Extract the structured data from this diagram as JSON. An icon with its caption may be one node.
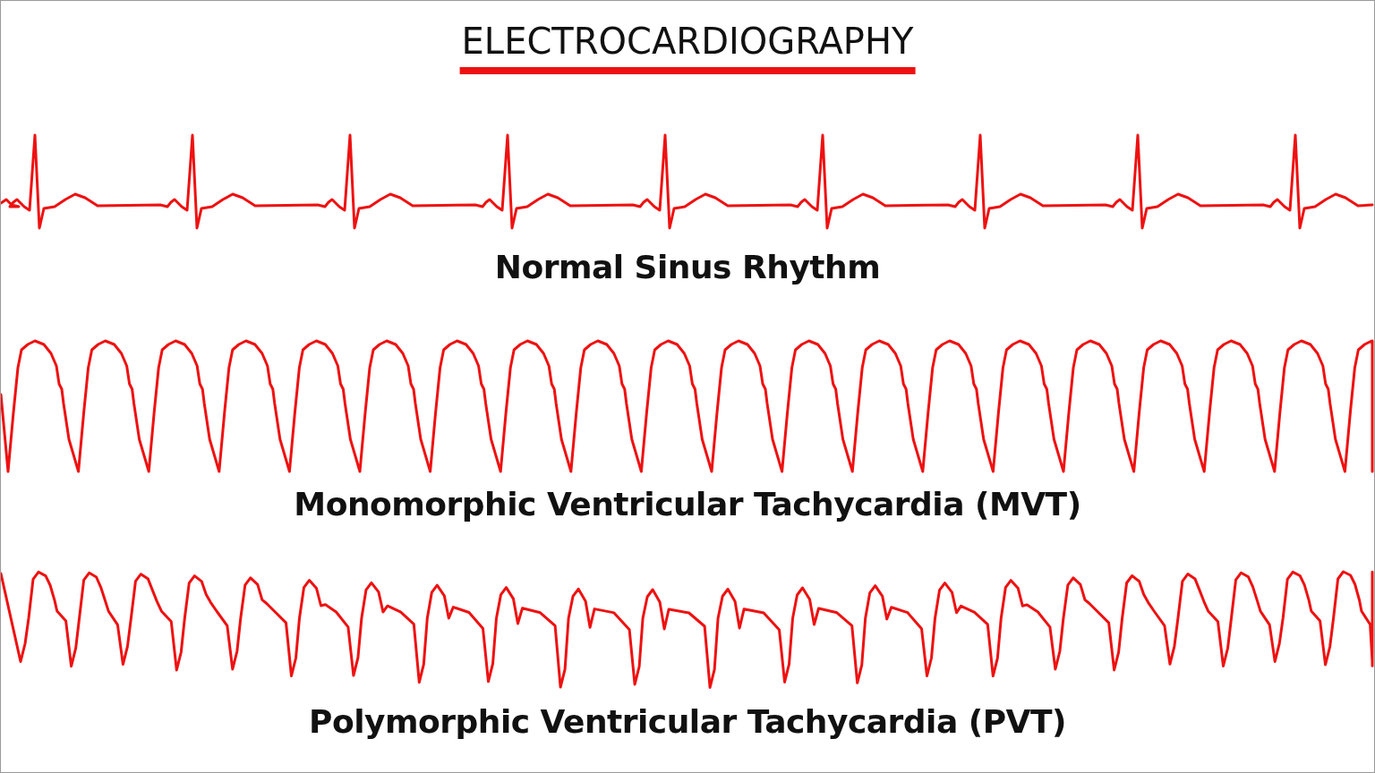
{
  "diagram": {
    "title": "ELECTROCARDIOGRAPHY",
    "labels": [
      "Normal Sinus Rhythm",
      "Monomorphic Ventricular Tachycardia (MVT)",
      "Polymorphic Ventricular Tachycardia (PVT)"
    ]
  }
}
